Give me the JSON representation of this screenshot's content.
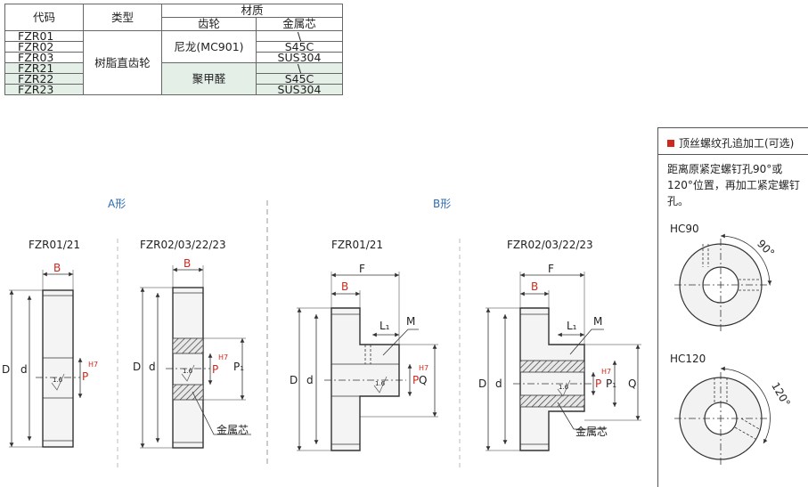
{
  "table": {
    "headers": {
      "code": "代码",
      "type": "类型",
      "material": "材质",
      "gear": "齿轮",
      "core": "金属芯"
    },
    "rows": [
      {
        "code": "FZR01",
        "core": "\\"
      },
      {
        "code": "FZR02",
        "core": "S45C"
      },
      {
        "code": "FZR03",
        "core": "SUS304"
      },
      {
        "code": "FZR21",
        "core": "\\"
      },
      {
        "code": "FZR22",
        "core": "S45C"
      },
      {
        "code": "FZR23",
        "core": "SUS304"
      }
    ],
    "type_value": "树脂直齿轮",
    "gear_group1": "尼龙(MC901)",
    "gear_group2": "聚甲醛"
  },
  "shapes": {
    "a_title": "A形",
    "b_title": "B形",
    "a1_title": "FZR01/21",
    "a2_title": "FZR02/03/22/23",
    "b1_title": "FZR01/21",
    "b2_title": "FZR02/03/22/23"
  },
  "dims": {
    "B": "B",
    "D": "D",
    "d": "d",
    "F": "F",
    "L1": "L₁",
    "M": "M",
    "Q": "Q",
    "P": "P",
    "PH7_sub": "H7",
    "P1": "P₁",
    "roughness": "1.6",
    "core_label": "金属芯"
  },
  "panel": {
    "title": "顶丝螺纹孔追加工(可选)",
    "desc": "距离原紧定螺钉孔90°或120°位置，再加工紧定螺钉孔。",
    "hc90": "HC90",
    "angle90": "90°",
    "hc120": "HC120",
    "angle120": "120°"
  },
  "colors": {
    "accent_red": "#d0281c",
    "title_blue": "#2b6cb3",
    "green_row": "#e4efe7"
  }
}
